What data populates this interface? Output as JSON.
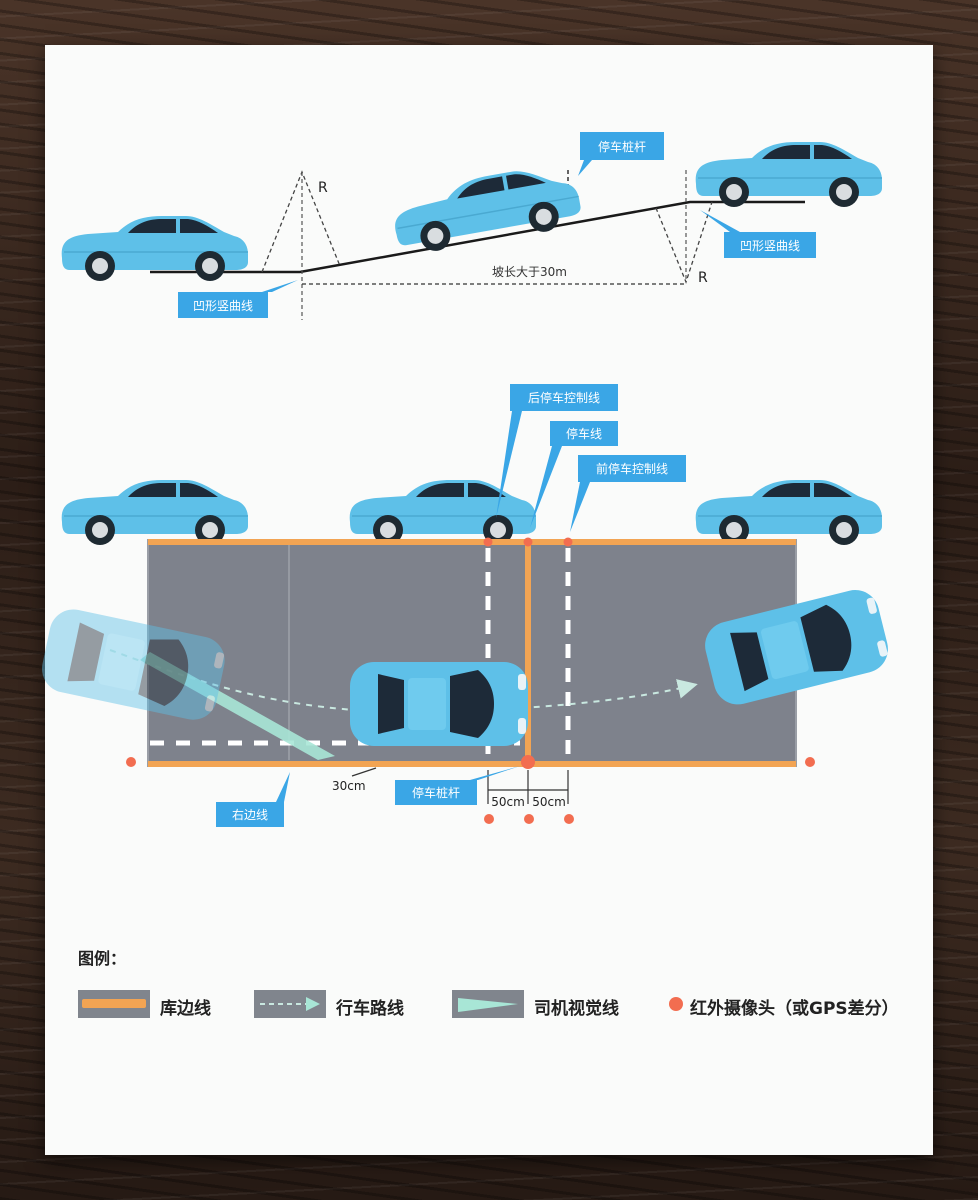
{
  "slope_diagram": {
    "label_r": "R",
    "label_stop_pole": "停车桩杆",
    "label_convex_curve": "凹形竖曲线",
    "label_concave_curve": "凹形竖曲线",
    "label_slope_length": "坡长大于30m"
  },
  "parking_diagram": {
    "label_rear_control_line": "后停车控制线",
    "label_stop_line": "停车线",
    "label_front_control_line": "前停车控制线",
    "label_right_edge_line": "右边线",
    "label_stop_pole": "停车桩杆",
    "label_30cm": "30cm",
    "label_50cm_left": "50cm",
    "label_50cm_right": "50cm"
  },
  "legend": {
    "title": "图例：",
    "items": [
      {
        "label": "库边线",
        "symbol": "orange-bar"
      },
      {
        "label": "行车路线",
        "symbol": "dashed-arrow"
      },
      {
        "label": "司机视觉线",
        "symbol": "wedge"
      },
      {
        "label": "红外摄像头（或GPS差分）",
        "symbol": "red-dot"
      }
    ]
  },
  "colors": {
    "car_body": "#5ec0e8",
    "car_window": "#1d2a38",
    "lane_border": "#f2a453",
    "lot_fill": "#7e828c",
    "callout": "#3aa6e6",
    "sensor_dot": "#f26d50"
  }
}
